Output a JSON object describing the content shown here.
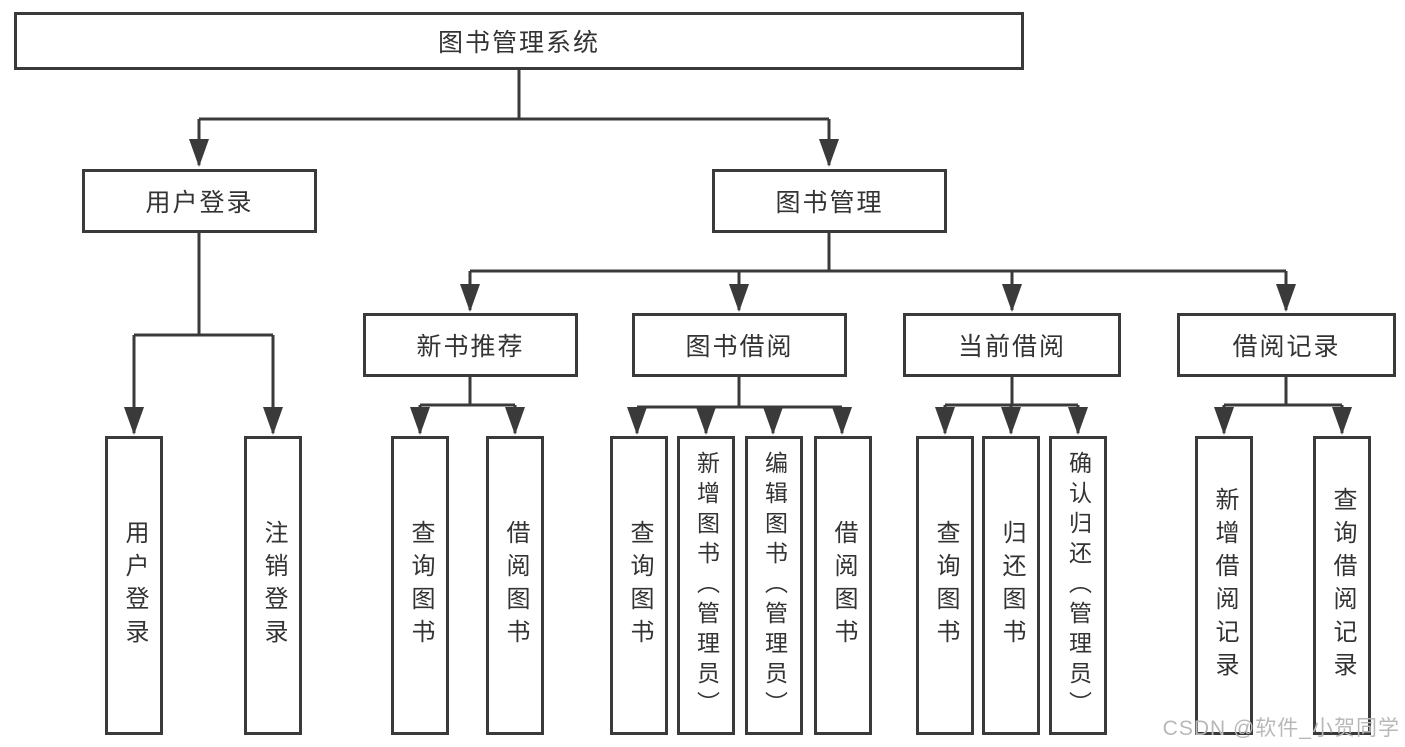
{
  "tree": {
    "root": {
      "label": "图书管理系统"
    },
    "children": [
      {
        "label": "用户登录",
        "children": [
          {
            "label": "用户登录"
          },
          {
            "label": "注销登录"
          }
        ]
      },
      {
        "label": "图书管理",
        "children": [
          {
            "label": "新书推荐",
            "children": [
              {
                "label": "查询图书"
              },
              {
                "label": "借阅图书"
              }
            ]
          },
          {
            "label": "图书借阅",
            "children": [
              {
                "label": "查询图书"
              },
              {
                "label": "新增图书（管理员）"
              },
              {
                "label": "编辑图书（管理员）"
              },
              {
                "label": "借阅图书"
              }
            ]
          },
          {
            "label": "当前借阅",
            "children": [
              {
                "label": "查询图书"
              },
              {
                "label": "归还图书"
              },
              {
                "label": "确认归还（管理员）"
              }
            ]
          },
          {
            "label": "借阅记录",
            "children": [
              {
                "label": "新增借阅记录"
              },
              {
                "label": "查询借阅记录"
              }
            ]
          }
        ]
      }
    ]
  },
  "watermark": {
    "text": "CSDN @软件_小贺同学",
    "color": "#b8b8b8"
  },
  "colors": {
    "line": "#3a3a3a",
    "text": "#333333",
    "background": "#ffffff"
  }
}
